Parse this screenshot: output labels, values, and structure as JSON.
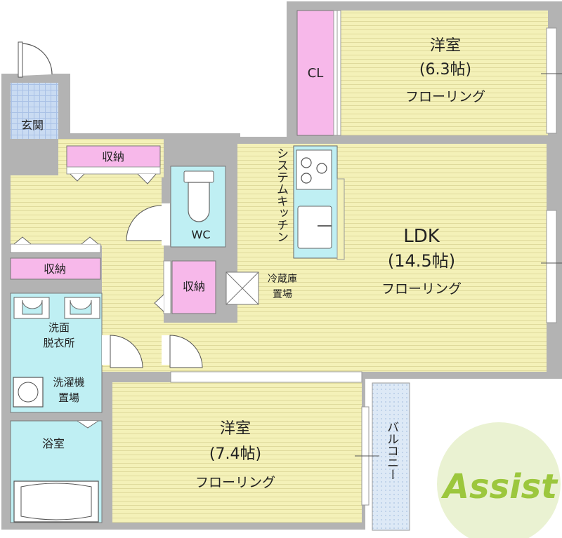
{
  "rooms": {
    "western_room_1": {
      "name": "洋室",
      "size": "(6.3帖)",
      "floor": "フローリング"
    },
    "ldk": {
      "name": "LDK",
      "size": "(14.5帖)",
      "floor": "フローリング"
    },
    "western_room_2": {
      "name": "洋室",
      "size": "(7.4帖)",
      "floor": "フローリング"
    },
    "entrance": "玄関",
    "closet": "CL",
    "storage_top": "収納",
    "storage_left": "収納",
    "storage_center": "収納",
    "toilet": "WC",
    "washroom": [
      "洗面",
      "脱衣所"
    ],
    "washer": [
      "洗濯機",
      "置場"
    ],
    "bath": "浴室",
    "kitchen": "システムキッチン",
    "fridge": [
      "冷蔵庫",
      "置場"
    ],
    "balcony": "バルコニー"
  },
  "logo": {
    "text": "Assist"
  },
  "colors": {
    "floor": "#f3f0b4",
    "floor_lines": "#dcd79a",
    "storage": "#f7b8ea",
    "wet": "#bfeff3",
    "tile": "#c6d8f0",
    "wall": "#b3b3b3",
    "logo_green": "#9cc73d"
  }
}
